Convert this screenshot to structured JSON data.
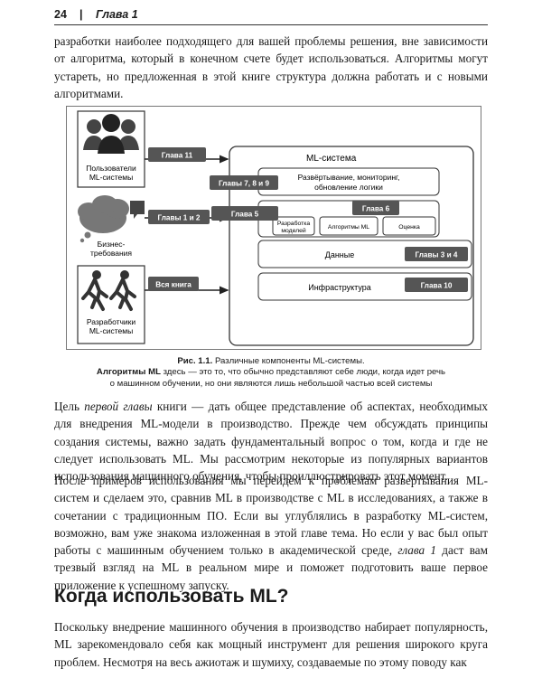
{
  "header": {
    "page_number": "24",
    "separator": "|",
    "chapter": "Глава 1"
  },
  "paragraph_top": "разработки наиболее подходящего для вашей проблемы решения, вне зависимости от алгоритма, который в конечном счете будет использоваться. Алгоритмы могут устареть, но предложенная в этой книге структура должна работать и с новыми алгоритмами.",
  "figure": {
    "actors": {
      "users": [
        "Пользователи",
        "ML-системы"
      ],
      "business": [
        "Бизнес-",
        "требования"
      ],
      "developers": [
        "Разработчики",
        "ML-системы"
      ]
    },
    "tags": {
      "ch11": "Глава 11",
      "ch1_2": "Главы 1 и 2",
      "all": "Вся книга",
      "ch7_8_9": "Главы 7, 8 и 9",
      "ch5": "Глава 5",
      "ch6": "Глава 6",
      "ch3_4": "Главы 3 и 4",
      "ch10": "Глава 10"
    },
    "system_title": "ML-система",
    "deploy": [
      "Развёртывание, мониторинг,",
      "обновление логики"
    ],
    "model_dev": [
      "Разработка",
      "моделей"
    ],
    "ml_algorithms": "Алгоритмы ML",
    "evaluation": "Оценка",
    "data": "Данные",
    "infrastructure": "Инфраструктура"
  },
  "caption": {
    "label": "Рис. 1.1.",
    "title": " Различные компоненты ML-системы.",
    "bold_term": "Алгоритмы ML",
    "line2_rest": " здесь — это то, что обычно представляют себе люди, когда идет речь",
    "line3": "о машинном обучении, но они являются лишь небольшой частью всей системы"
  },
  "paragraph_2": {
    "pre": "Цель ",
    "italic": "первой главы",
    "post": " книги — дать общее представление об аспектах, необходимых для внедрения ML-модели в производство. Прежде чем обсуждать принципы создания системы, важно задать фундаментальный вопрос о том, когда и где не следует использовать ML. Мы рассмотрим некоторые из популярных вариантов использования машинного обучения, чтобы проиллюстрировать этот момент."
  },
  "paragraph_3": {
    "pre": "После примеров использования мы перейдем к проблемам развертывания ML-систем и сделаем это, сравнив ML в производстве с ML в исследованиях, а также в сочетании с традиционным ПО. Если вы углублялись в разработку ML-систем, возможно, вам уже знакома изложенная в этой главе тема. Но если у вас был опыт работы с машинным обучением только в академической среде, ",
    "italic": "глава 1",
    "post": " даст вам трезвый взгляд на ML в реальном мире и поможет подготовить ваше первое приложение к успешному запуску."
  },
  "section_heading": "Когда использовать ML?",
  "paragraph_4": "Поскольку внедрение машинного обучения в производство набирает популярность, ML зарекомендовало себя как мощный инструмент для решения широкого круга проблем. Несмотря на весь ажиотаж и шумиху, создаваемые по этому поводу как"
}
